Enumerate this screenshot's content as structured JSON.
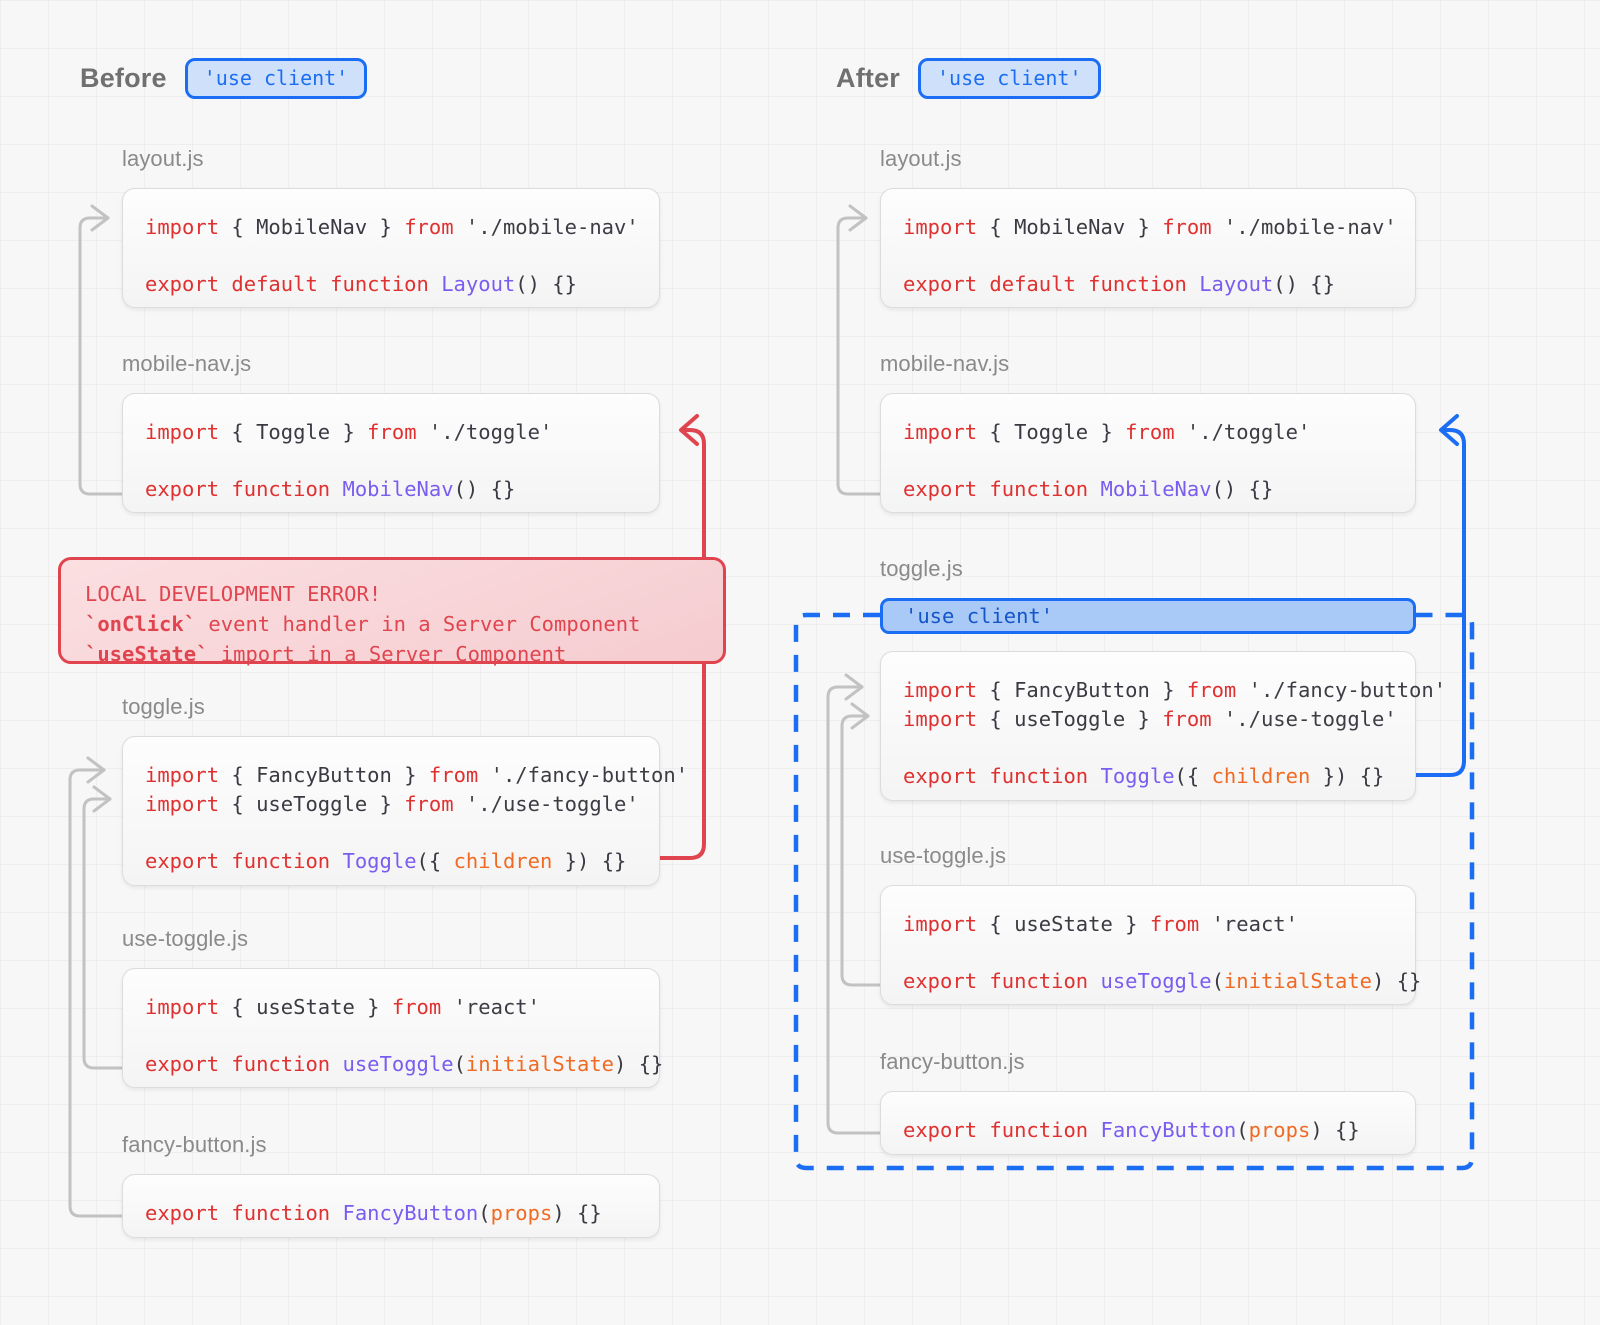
{
  "headers": {
    "before": {
      "label": "Before",
      "pill": "'use client'"
    },
    "after": {
      "label": "After",
      "pill": "'use client'"
    }
  },
  "colors": {
    "accent_blue": "#1b6ef3",
    "banner_fill": "#a9c9f7",
    "error_red": "#e0454f",
    "error_fill": "#f8d7da",
    "keyword_red": "#e03131",
    "function_purple": "#7a5cf0",
    "param_orange": "#f06a23",
    "connector_gray": "#c2c2c2",
    "file_label_gray": "#8a8a8a",
    "page_bg": "#f7f7f7"
  },
  "error_box": {
    "title": "LOCAL DEVELOPMENT ERROR!",
    "lines": [
      {
        "code": "`onClick`",
        "rest": " event handler in a Server Component"
      },
      {
        "code": "`useState`",
        "rest": " import in a Server Component"
      }
    ]
  },
  "before": {
    "files": [
      {
        "name": "layout.js",
        "lines": [
          "import { MobileNav } from './mobile-nav'",
          "",
          "export default function Layout() {}"
        ]
      },
      {
        "name": "mobile-nav.js",
        "lines": [
          "import { Toggle } from './toggle'",
          "",
          "export function MobileNav() {}"
        ]
      },
      {
        "name": "toggle.js",
        "lines": [
          "import { FancyButton } from './fancy-button'",
          "import { useToggle } from './use-toggle'",
          "",
          "export function Toggle({ children }) {}"
        ]
      },
      {
        "name": "use-toggle.js",
        "lines": [
          "import { useState } from 'react'",
          "",
          "export function useToggle(initialState) {}"
        ]
      },
      {
        "name": "fancy-button.js",
        "lines": [
          "export function FancyButton(props) {}"
        ]
      }
    ]
  },
  "after": {
    "client_banner": "'use client'",
    "files": [
      {
        "name": "layout.js",
        "lines": [
          "import { MobileNav } from './mobile-nav'",
          "",
          "export default function Layout() {}"
        ]
      },
      {
        "name": "mobile-nav.js",
        "lines": [
          "import { Toggle } from './toggle'",
          "",
          "export function MobileNav() {}"
        ]
      },
      {
        "name": "toggle.js",
        "lines": [
          "import { FancyButton } from './fancy-button'",
          "import { useToggle } from './use-toggle'",
          "",
          "export function Toggle({ children }) {}"
        ]
      },
      {
        "name": "use-toggle.js",
        "lines": [
          "import { useState } from 'react'",
          "",
          "export function useToggle(initialState) {}"
        ]
      },
      {
        "name": "fancy-button.js",
        "lines": [
          "export function FancyButton(props) {}"
        ]
      }
    ]
  }
}
